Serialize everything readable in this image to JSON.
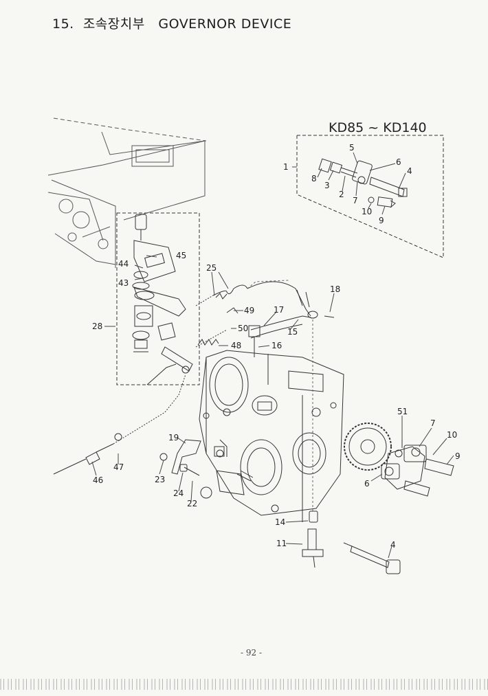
{
  "header": {
    "section_number": "15.",
    "title_korean": "조속장치부",
    "title_english": "GOVERNOR DEVICE"
  },
  "inset": {
    "model_range": "KD85 ~ KD140"
  },
  "callouts": {
    "p1": "1",
    "p2": "2",
    "p3": "3",
    "p4": "4",
    "p5": "5",
    "p6": "6",
    "p7": "7",
    "p8": "8",
    "p9": "9",
    "p10": "10",
    "p4b": "4",
    "p6b": "6",
    "p7b": "7",
    "p9b": "9",
    "p10b": "10",
    "p11": "11",
    "p14": "14",
    "p15": "15",
    "p16": "16",
    "p17": "17",
    "p18": "18",
    "p19": "19",
    "p22": "22",
    "p23": "23",
    "p24": "24",
    "p25": "25",
    "p28": "28",
    "p43": "43",
    "p44": "44",
    "p45": "45",
    "p46": "46",
    "p47": "47",
    "p48": "48",
    "p49": "49",
    "p50": "50",
    "p51": "51"
  },
  "footer": {
    "page_number": "- 92 -"
  }
}
